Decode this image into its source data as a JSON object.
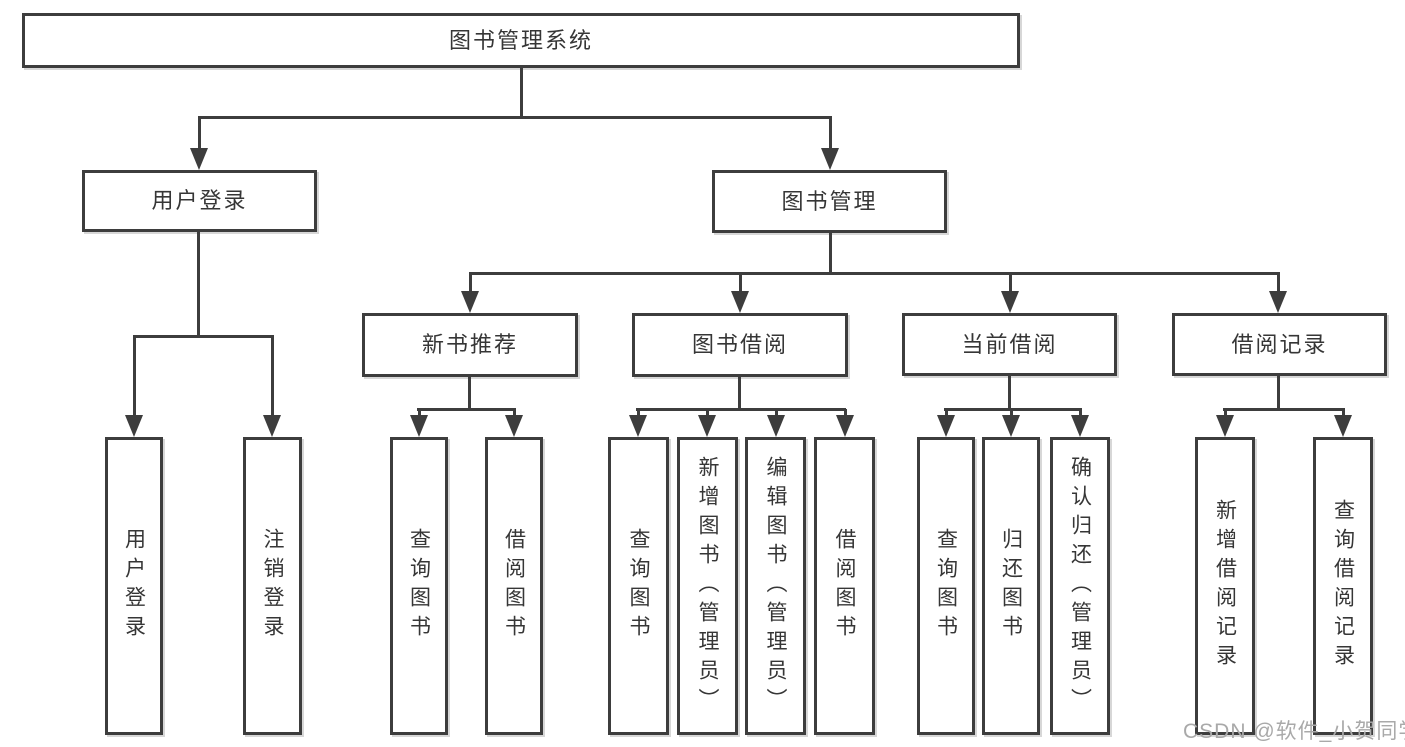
{
  "tree": {
    "root": "图书管理系统",
    "branches": [
      {
        "label": "用户登录",
        "children": [
          "用户登录",
          "注销登录"
        ]
      },
      {
        "label": "图书管理",
        "groups": [
          {
            "label": "新书推荐",
            "children": [
              "查询图书",
              "借阅图书"
            ]
          },
          {
            "label": "图书借阅",
            "children": [
              "查询图书",
              "新增图书（管理员）",
              "编辑图书（管理员）",
              "借阅图书"
            ]
          },
          {
            "label": "当前借阅",
            "children": [
              "查询图书",
              "归还图书",
              "确认归还（管理员）"
            ]
          },
          {
            "label": "借阅记录",
            "children": [
              "新增借阅记录",
              "查询借阅记录"
            ]
          }
        ]
      }
    ]
  },
  "watermark": "CSDN @软件_小贺同学",
  "colors": {
    "line": "#3d3d3d",
    "text": "#363636",
    "watermark": "#a9a9a9"
  }
}
